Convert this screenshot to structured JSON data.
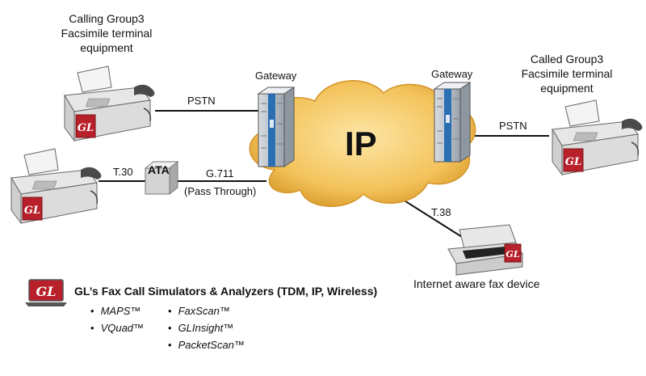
{
  "calling": {
    "line1": "Calling Group3",
    "line2": "Facsimile terminal",
    "line3": "equipment"
  },
  "called": {
    "line1": "Called Group3",
    "line2": "Facsimile terminal",
    "line3": "equipment"
  },
  "gateway_left": "Gateway",
  "gateway_right": "Gateway",
  "cloud_label": "IP",
  "ata_label": "ATA",
  "links": {
    "pstn_left": "PSTN",
    "pstn_right": "PSTN",
    "t30": "T.30",
    "g711": "G.711",
    "pass_through": "(Pass Through)",
    "t38": "T.38"
  },
  "internet_fax": "Internet aware  fax device",
  "brand": "GL",
  "product_title": "GL’s Fax Call Simulators & Analyzers (TDM, IP, Wireless)",
  "products_col1": [
    "MAPS™",
    "VQuad™"
  ],
  "products_col2": [
    "FaxScan™",
    "GLInsight™",
    "PacketScan™"
  ],
  "colors": {
    "brand_red": "#b8202a",
    "cloud": "#f3c25a",
    "gateway_blue": "#2a6fb4"
  }
}
